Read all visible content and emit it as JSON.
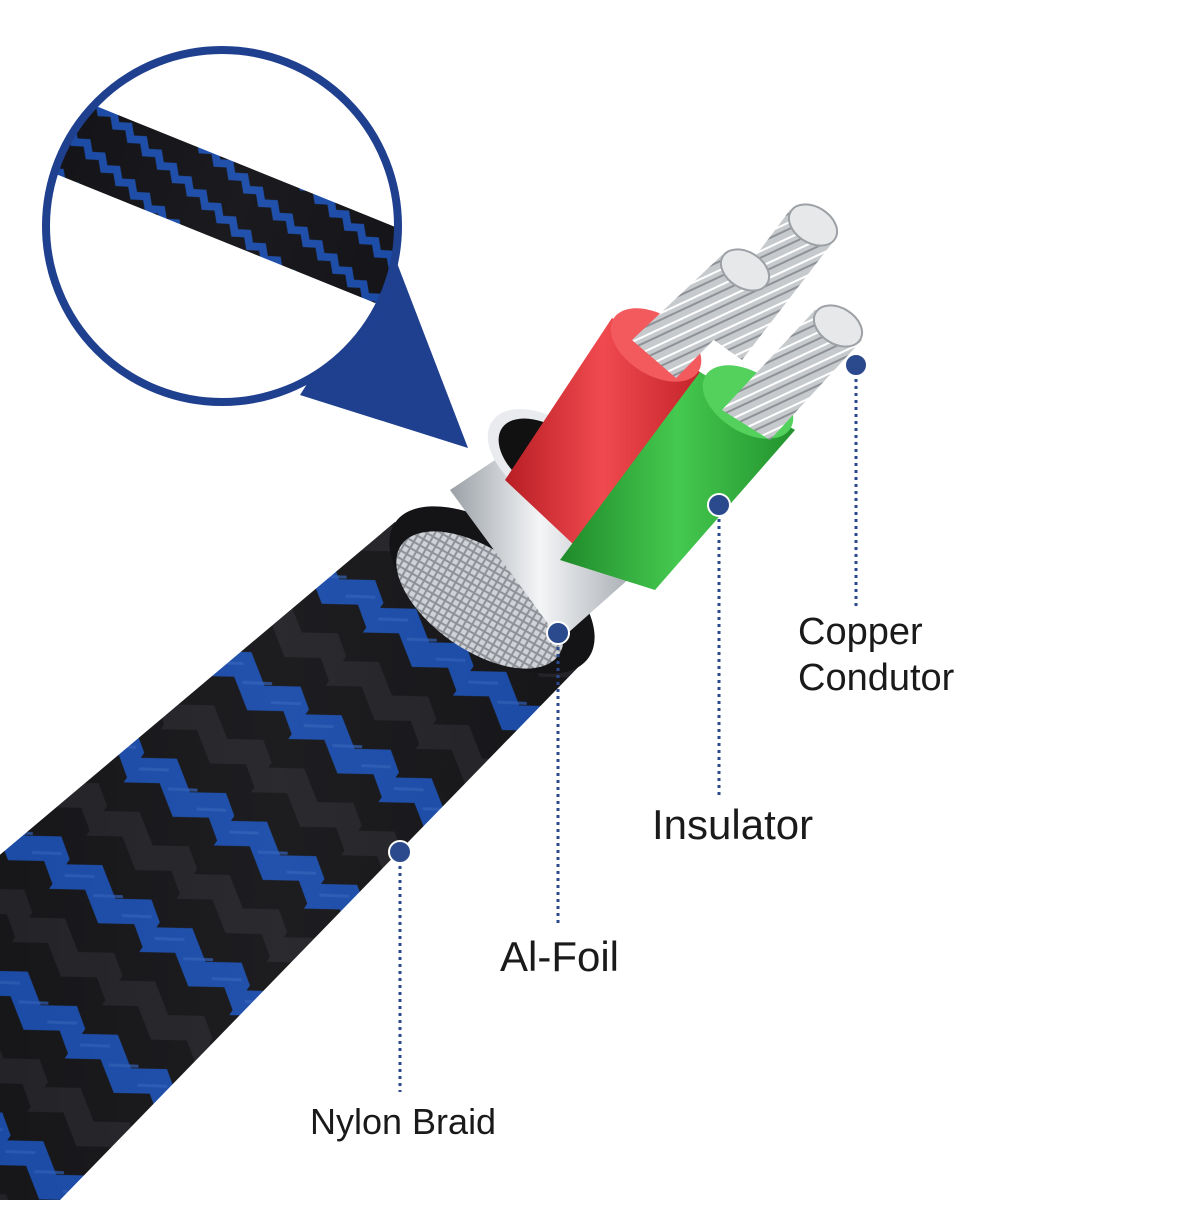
{
  "labels": {
    "copper_line1": "Copper",
    "copper_line2": "Condutor",
    "insulator": "Insulator",
    "al_foil": "Al-Foil",
    "nylon_braid": "Nylon Braid"
  },
  "colors": {
    "braid_blue": "#1f5fd6",
    "braid_black": "#1b1b1e",
    "callout_navy": "#1f3f8f",
    "marker": "#2b4a8e",
    "insulator_red": "#e8353a",
    "insulator_green": "#2fb43a",
    "copper_silver": "#c9ccd0"
  }
}
